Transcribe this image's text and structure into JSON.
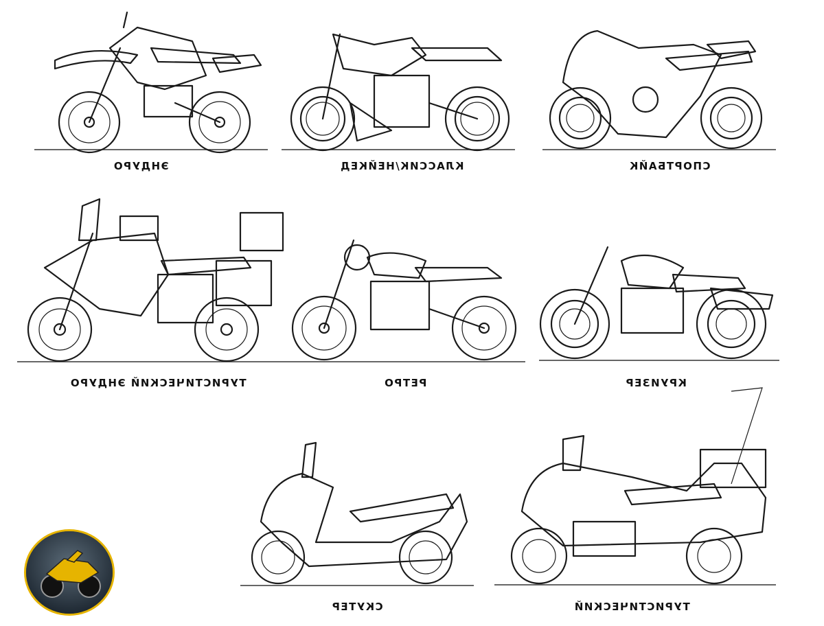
{
  "colors": {
    "body": "#ef9b3c",
    "ink": "#1a1a1a",
    "seat": "#262626",
    "badge_ring": "#e6b400",
    "badge_bg": "#2f3e4b"
  },
  "bikes": [
    {
      "id": "enduro",
      "label": "ЭНДУРО"
    },
    {
      "id": "naked",
      "label": "КЛАССИК/НЕЙКЕД"
    },
    {
      "id": "sport",
      "label": "СПОРТБАЙК"
    },
    {
      "id": "adv",
      "label": "ТУРИСТИЧЕСКИЙ ЭНДУРО"
    },
    {
      "id": "retro",
      "label": "РЕТРО"
    },
    {
      "id": "cruiser",
      "label": "КРУИЗЕР"
    },
    {
      "id": "scooter",
      "label": "СКУТЕР"
    },
    {
      "id": "tourer",
      "label": "ТУРИСТИЧЕСКИЙ"
    }
  ],
  "badge": {
    "icon": "motorcycle-logo-icon"
  }
}
